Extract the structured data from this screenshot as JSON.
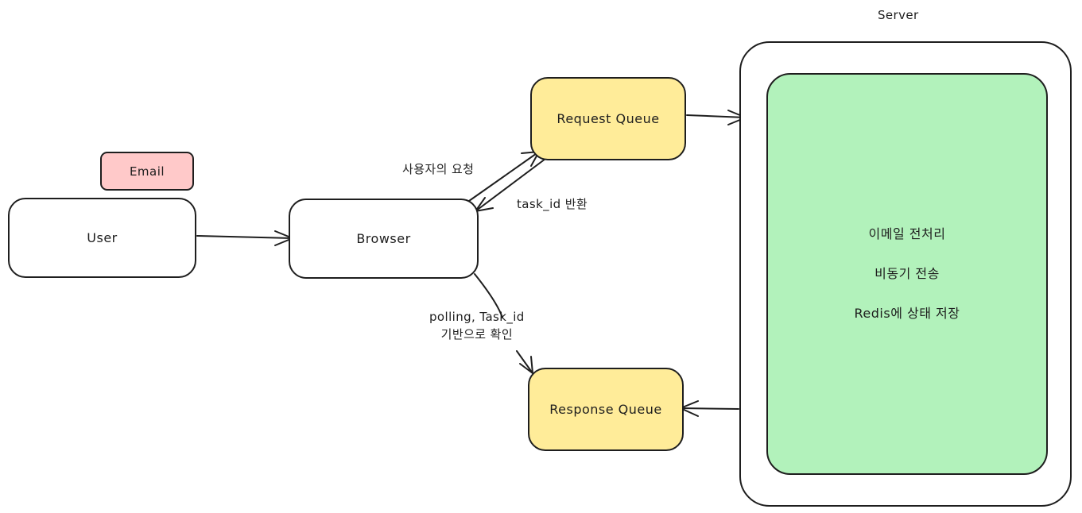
{
  "nodes": {
    "email": "Email",
    "user": "User",
    "browser": "Browser",
    "request_queue": "Request Queue",
    "response_queue": "Response Queue",
    "server_title": "Server",
    "server_tasks": [
      "이메일 전처리",
      "비동기 전송",
      "Redis에 상태 저장"
    ]
  },
  "edge_labels": {
    "user_request": "사용자의 요청",
    "task_id_return": "task_id 반환",
    "polling_line1": "polling, Task_id",
    "polling_line2": "기반으로 확인"
  },
  "colors": {
    "email_fill": "#ffc9c9",
    "queue_fill": "#ffec99",
    "server_inner_fill": "#b2f2bb",
    "stroke": "#1e1e1e"
  }
}
